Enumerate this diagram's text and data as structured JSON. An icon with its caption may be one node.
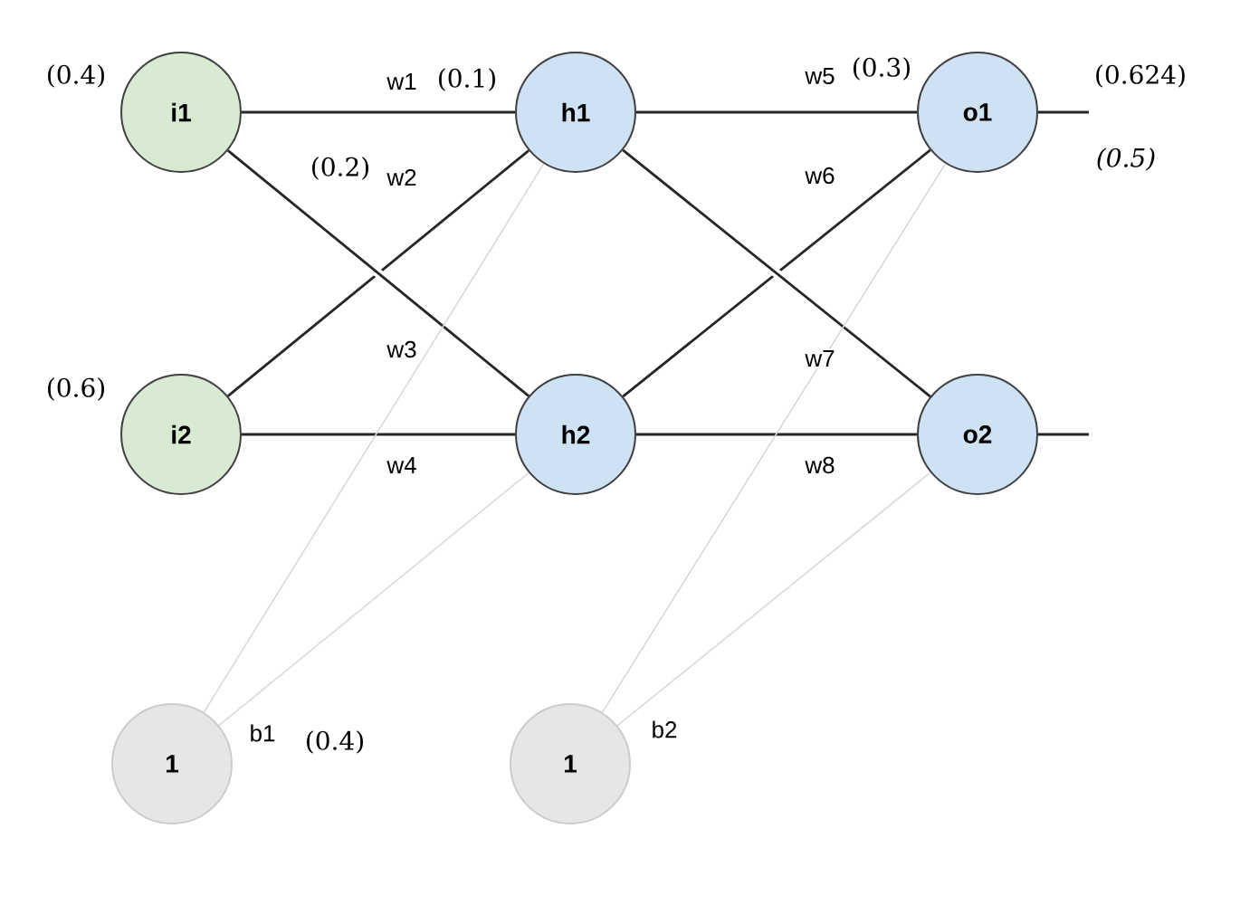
{
  "diagram": {
    "nodes": [
      {
        "text": [
          "i1"
        ],
        "beside": [
          "(0.4)"
        ]
      },
      {
        "text": [
          "i2"
        ],
        "beside": [
          "(0.6)"
        ]
      },
      {
        "text": [
          "h1"
        ]
      },
      {
        "text": [
          "h2"
        ]
      },
      {
        "text": [
          "o1"
        ],
        "beside": [
          "(0.624)",
          "(0.5)"
        ]
      },
      {
        "text": [
          "o2"
        ]
      },
      {
        "text": [
          "1"
        ]
      },
      {
        "text": [
          "1"
        ]
      }
    ],
    "edges": [
      {
        "from": 0,
        "to": 2,
        "arrow": "none",
        "label": "w1"
      },
      {
        "from": 1,
        "to": 2,
        "arrow": "none",
        "label": "w2"
      },
      {
        "from": 0,
        "to": 3,
        "arrow": "none",
        "label": "w3"
      },
      {
        "from": 1,
        "to": 3,
        "arrow": "none",
        "label": "w4"
      },
      {
        "from": 2,
        "to": 4,
        "arrow": "none",
        "label": "w5"
      },
      {
        "from": 3,
        "to": 4,
        "arrow": "none",
        "label": "w6"
      },
      {
        "from": 2,
        "to": 5,
        "arrow": "none",
        "label": "w7"
      },
      {
        "from": 3,
        "to": 5,
        "arrow": "none",
        "label": "w8"
      },
      {
        "from": 6,
        "to": 2,
        "arrow": "none",
        "label": "b1",
        "color": "#d9d9d9"
      },
      {
        "from": 6,
        "to": 3,
        "arrow": "none",
        "color": "#d9d9d9"
      },
      {
        "from": 7,
        "to": 4,
        "arrow": "none",
        "label": "b2",
        "color": "#d9d9d9"
      },
      {
        "from": 7,
        "to": 5,
        "arrow": "none",
        "color": "#d9d9d9"
      },
      {
        "from": 4,
        "to": null,
        "arrow": "none"
      },
      {
        "from": 5,
        "to": null,
        "arrow": "none"
      }
    ],
    "labels": [
      "(0.1)",
      "(0.2)",
      "(0.3)",
      "(0.4)"
    ]
  }
}
